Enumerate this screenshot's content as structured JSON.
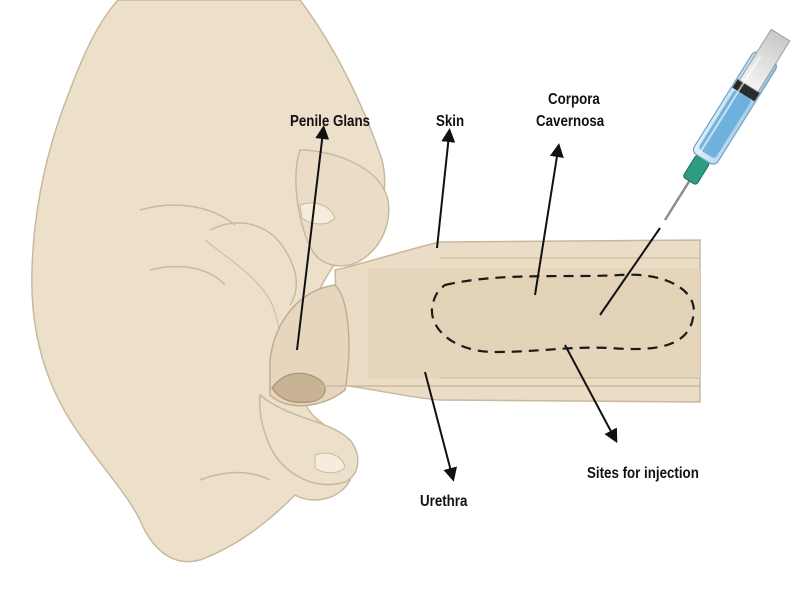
{
  "labels": {
    "penile_glans": "Penile Glans",
    "skin": "Skin",
    "corpora_line1": "Corpora",
    "corpora_line2": "Cavernosa",
    "sites_for_injection": "Sites for injection",
    "urethra": "Urethra"
  },
  "colors": {
    "skin_fill": "#ede0cb",
    "skin_outline": "#c9b89f",
    "penis_fill": "#eadcc5",
    "shaft_band": "#e4d3b8",
    "syringe_barrel": "#b9dcef",
    "syringe_liquid": "#5fa9d8",
    "needle_hub": "#2e9d7f",
    "arrow": "#111111"
  },
  "icons": {
    "syringe": "syringe-icon",
    "injection_sites": "dashed-outline"
  }
}
